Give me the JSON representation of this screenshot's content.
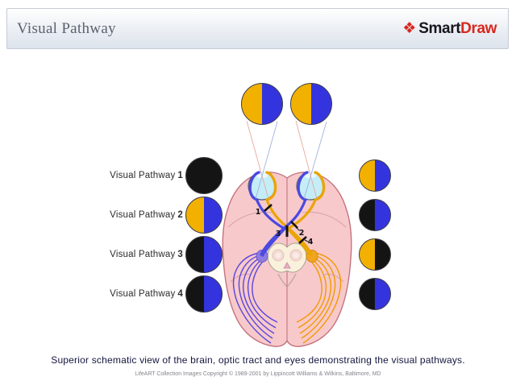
{
  "header": {
    "title": "Visual Pathway",
    "logo": {
      "icon": "❖",
      "brand": "Smart",
      "brand_accent": "Draw"
    }
  },
  "diagram": {
    "visual_fields_top": [
      {
        "left": "#F2B100",
        "right": "#3434DE"
      },
      {
        "left": "#F2B100",
        "right": "#3434DE"
      }
    ],
    "pathway_rows": [
      {
        "label": "Visual Pathway",
        "number": "1",
        "left_eye_field": {
          "left": "#141414",
          "right": "#141414"
        },
        "right_eye_field": {
          "left": "#F2B100",
          "right": "#3434DE"
        }
      },
      {
        "label": "Visual Pathway",
        "number": "2",
        "left_eye_field": {
          "left": "#F2B100",
          "right": "#3434DE"
        },
        "right_eye_field": {
          "left": "#141414",
          "right": "#3434DE"
        }
      },
      {
        "label": "Visual Pathway",
        "number": "3",
        "left_eye_field": {
          "left": "#141414",
          "right": "#3434DE"
        },
        "right_eye_field": {
          "left": "#F2B100",
          "right": "#141414"
        }
      },
      {
        "label": "Visual Pathway",
        "number": "4",
        "left_eye_field": {
          "left": "#141414",
          "right": "#3434DE"
        },
        "right_eye_field": {
          "left": "#141414",
          "right": "#3434DE"
        }
      }
    ],
    "lesion_markers": [
      "1",
      "2",
      "3",
      "4"
    ]
  },
  "caption": "Superior schematic view of the brain, optic tract and eyes demonstrating the visual pathways.",
  "copyright": "LifeART Collection Images Copyright © 1989-2001 by Lippincott Williams & Wilkins, Baltimore, MD"
}
